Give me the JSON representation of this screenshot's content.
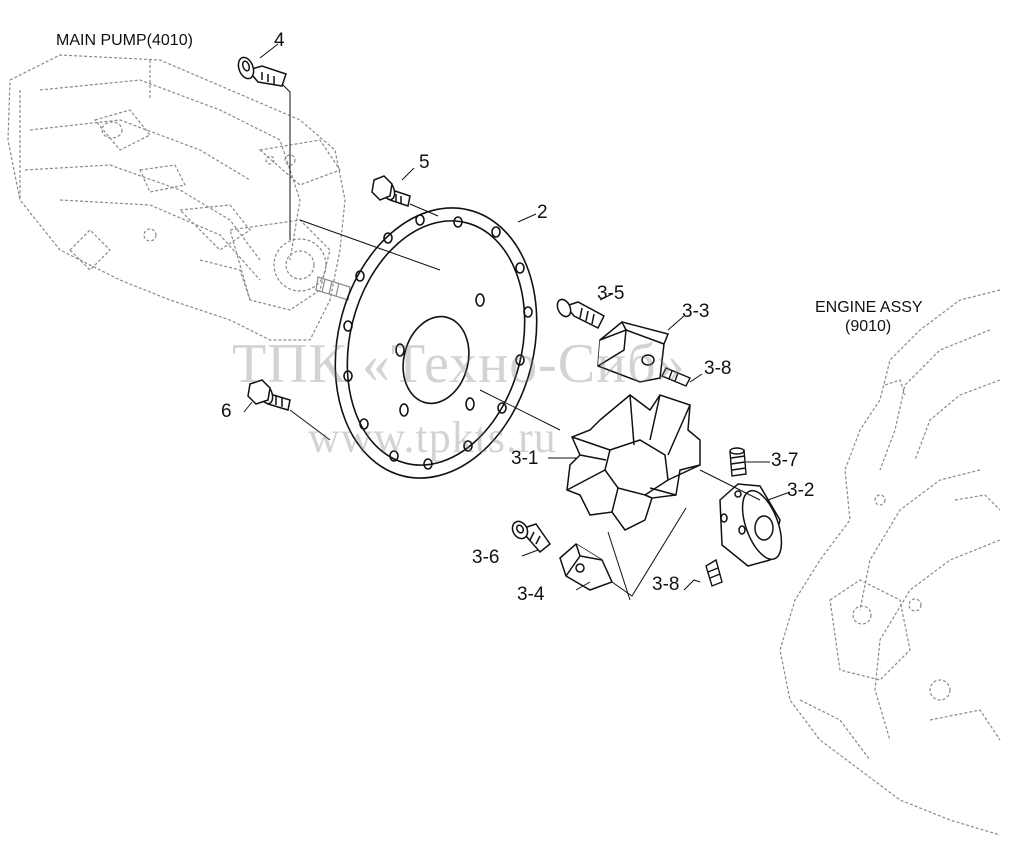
{
  "titles": {
    "main_pump": "MAIN PUMP(4010)",
    "engine_assy": "ENGINE ASSY",
    "engine_code": "(9010)"
  },
  "part_labels": {
    "p2": "2",
    "p4": "4",
    "p5": "5",
    "p6": "6",
    "p3_1": "3-1",
    "p3_2": "3-2",
    "p3_3": "3-3",
    "p3_4": "3-4",
    "p3_5": "3-5",
    "p3_6": "3-6",
    "p3_7": "3-7",
    "p3_8a": "3-8",
    "p3_8b": "3-8"
  },
  "watermark": {
    "line1": "ТПК «Техно-Сиб»",
    "line2": "www.tpkts.ru"
  },
  "colors": {
    "ink": "#111111",
    "ghost": "#8a8a8a",
    "watermark": "#bdbdbd"
  }
}
